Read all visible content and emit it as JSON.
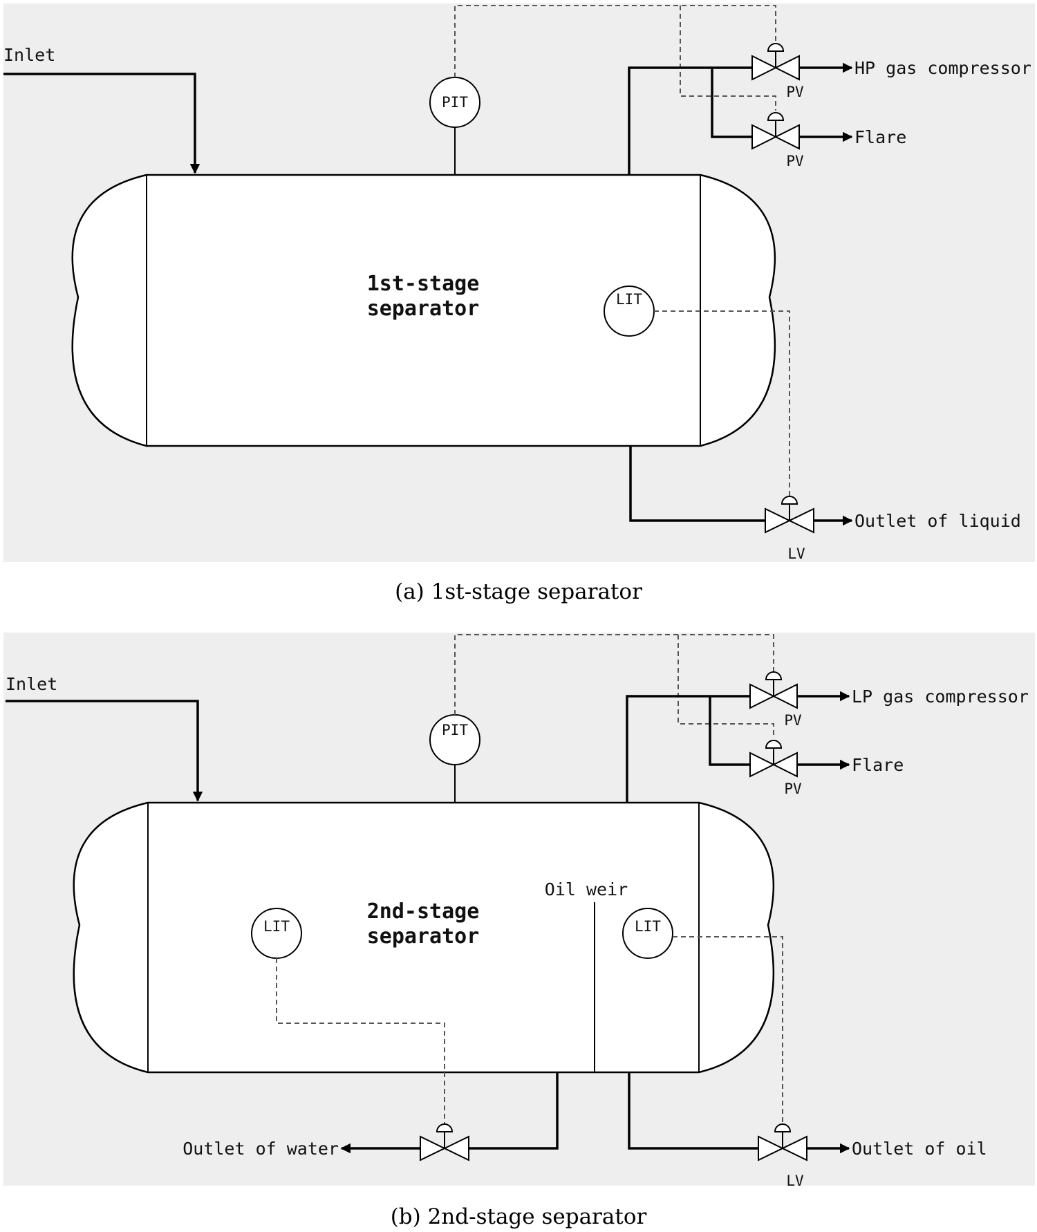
{
  "panel_a": {
    "inlet": "Inlet",
    "pit": "PIT",
    "vessel_line1": "1st-stage",
    "vessel_line2": "separator",
    "lit": "LIT",
    "pv_top": "PV",
    "pv_bottom": "PV",
    "lv": "LV",
    "out_gas": "HP gas compressor",
    "out_flare": "Flare",
    "out_liquid": "Outlet of liquid",
    "caption": "(a) 1st-stage separator"
  },
  "panel_b": {
    "inlet": "Inlet",
    "pit": "PIT",
    "vessel_line1": "2nd-stage",
    "vessel_line2": "separator",
    "oil_weir": "Oil weir",
    "lit_left": "LIT",
    "lit_right": "LIT",
    "pv_top": "PV",
    "pv_bottom": "PV",
    "lv": "LV",
    "out_gas": "LP gas compressor",
    "out_flare": "Flare",
    "out_water": "Outlet of water",
    "out_oil": "Outlet of oil",
    "caption": "(b) 2nd-stage separator"
  }
}
